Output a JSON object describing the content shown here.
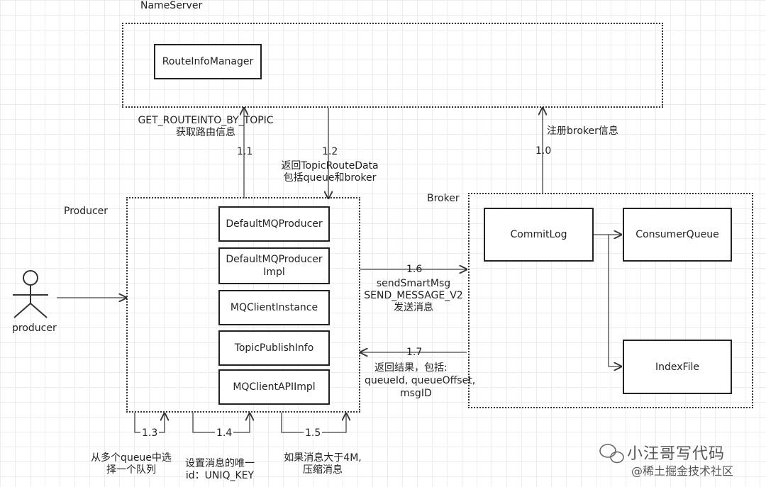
{
  "nameserver": {
    "title": "NameServer",
    "route_info_manager": "RouteInfoManager"
  },
  "producer": {
    "title": "Producer",
    "components": [
      "DefaultMQProducer",
      "DefaultMQProducer Impl",
      "MQClientInstance",
      "TopicPublishInfo",
      "MQClientAPIImpl"
    ]
  },
  "broker": {
    "title": "Broker",
    "commit_log": "CommitLog",
    "consumer_queue": "ConsumerQueue",
    "index_file": "IndexFile"
  },
  "actor": {
    "label": "producer"
  },
  "edges": {
    "e11": {
      "num": "1.1",
      "text1": "GET_ROUTEINTO_BY_TOPIC",
      "text2": "获取路由信息"
    },
    "e12": {
      "num": "1.2",
      "text1": "返回TopicRouteData",
      "text2": "包括queue和broker"
    },
    "e10": {
      "num": "1.0",
      "text1": "注册broker信息"
    },
    "e16": {
      "num": "1.6",
      "text1": "sendSmartMsg",
      "text2": "SEND_MESSAGE_V2",
      "text3": "发送消息"
    },
    "e17": {
      "num": "1.7",
      "text1": "返回结果，包括:",
      "text2": "queueId, queueOffset,",
      "text3": "msgID"
    },
    "e13": {
      "num": "1.3",
      "text1": "从多个queue中选",
      "text2": "择一个队列"
    },
    "e14": {
      "num": "1.4",
      "text1": "设置消息的唯一",
      "text2": "id：UNIQ_KEY"
    },
    "e15": {
      "num": "1.5",
      "text1": "如果消息大于4M,",
      "text2": "压缩消息"
    }
  },
  "watermark": {
    "line1": "小汪哥写代码",
    "line2": "@稀土掘金技术社区"
  }
}
